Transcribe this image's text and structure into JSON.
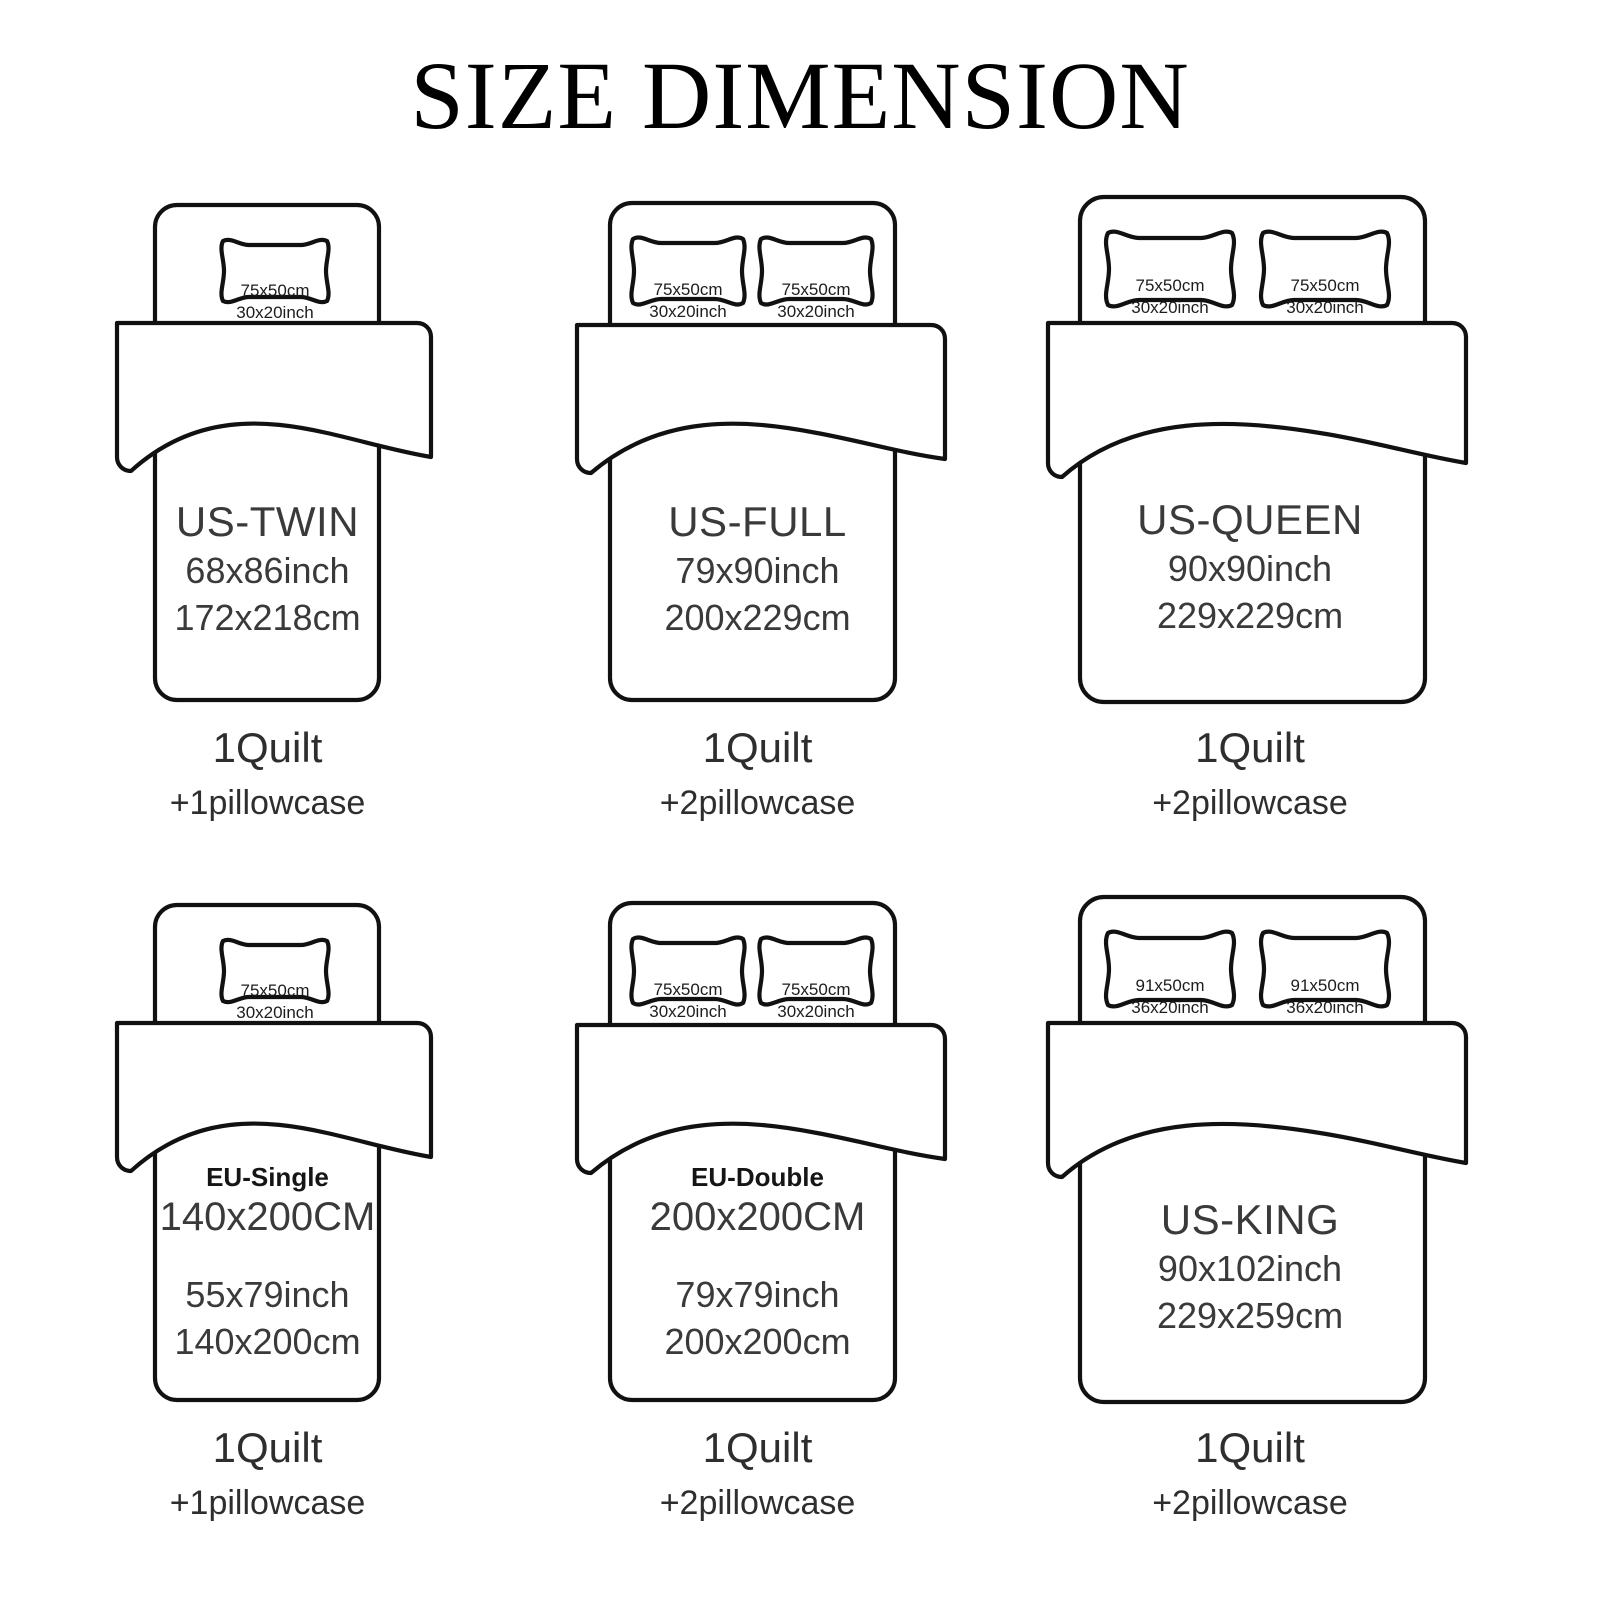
{
  "title": "SIZE DIMENSION",
  "colors": {
    "background": "#ffffff",
    "outline": "#111111",
    "text": "#3a3a3a",
    "label_text": "#1d1d1d"
  },
  "beds": [
    {
      "id": "us-twin",
      "name": "US-TWIN",
      "name_style": "large",
      "dim_inch": "68x86inch",
      "dim_cm": "172x218cm",
      "pillow_count": 1,
      "pillows": [
        {
          "cm": "75x50cm",
          "inch": "30x20inch"
        }
      ],
      "caption_main": "1Quilt",
      "caption_sub": "+1pillowcase"
    },
    {
      "id": "us-full",
      "name": "US-FULL",
      "name_style": "large",
      "dim_inch": "79x90inch",
      "dim_cm": "200x229cm",
      "pillow_count": 2,
      "pillows": [
        {
          "cm": "75x50cm",
          "inch": "30x20inch"
        },
        {
          "cm": "75x50cm",
          "inch": "30x20inch"
        }
      ],
      "caption_main": "1Quilt",
      "caption_sub": "+2pillowcase"
    },
    {
      "id": "us-queen",
      "name": "US-QUEEN",
      "name_style": "large",
      "dim_inch": "90x90inch",
      "dim_cm": "229x229cm",
      "pillow_count": 2,
      "pillows": [
        {
          "cm": "75x50cm",
          "inch": "30x20inch"
        },
        {
          "cm": "75x50cm",
          "inch": "30x20inch"
        }
      ],
      "caption_main": "1Quilt",
      "caption_sub": "+2pillowcase"
    },
    {
      "id": "eu-single",
      "name": "EU-Single",
      "name_style": "eu",
      "dim_headline": "140x200CM",
      "dim_inch": "55x79inch",
      "dim_cm": "140x200cm",
      "pillow_count": 1,
      "pillows": [
        {
          "cm": "75x50cm",
          "inch": "30x20inch"
        }
      ],
      "caption_main": "1Quilt",
      "caption_sub": "+1pillowcase"
    },
    {
      "id": "eu-double",
      "name": "EU-Double",
      "name_style": "eu",
      "dim_headline": "200x200CM",
      "dim_inch": "79x79inch",
      "dim_cm": "200x200cm",
      "pillow_count": 2,
      "pillows": [
        {
          "cm": "75x50cm",
          "inch": "30x20inch"
        },
        {
          "cm": "75x50cm",
          "inch": "30x20inch"
        }
      ],
      "caption_main": "1Quilt",
      "caption_sub": "+2pillowcase"
    },
    {
      "id": "us-king",
      "name": "US-KING",
      "name_style": "large",
      "dim_inch": "90x102inch",
      "dim_cm": "229x259cm",
      "pillow_count": 2,
      "pillows": [
        {
          "cm": "91x50cm",
          "inch": "36x20inch"
        },
        {
          "cm": "91x50cm",
          "inch": "36x20inch"
        }
      ],
      "caption_main": "1Quilt",
      "caption_sub": "+2pillowcase"
    }
  ]
}
